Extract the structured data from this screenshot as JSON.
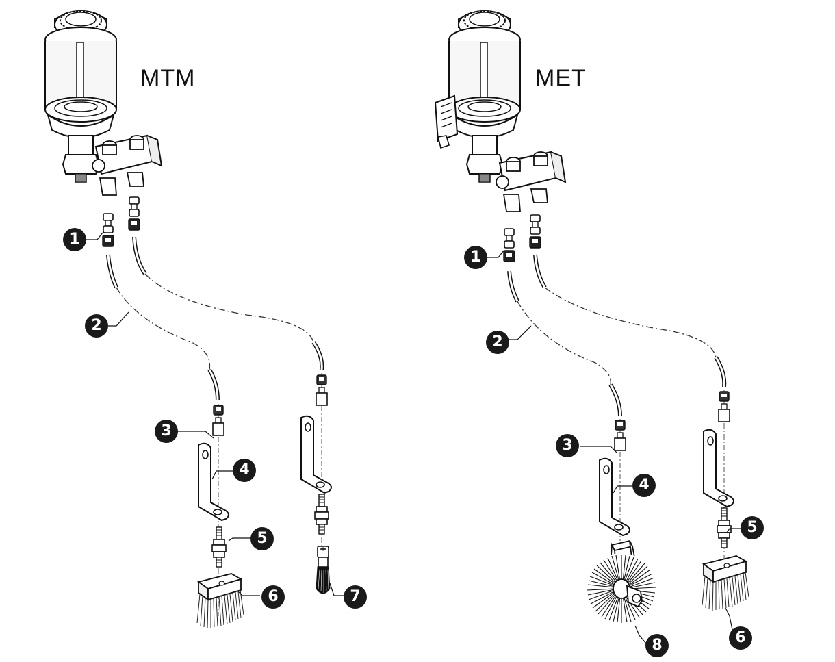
{
  "assemblies": [
    {
      "id": "mtm",
      "title": "MTM",
      "callouts": [
        "1",
        "2",
        "3",
        "4",
        "5",
        "6",
        "7"
      ]
    },
    {
      "id": "met",
      "title": "MET",
      "callouts": [
        "1",
        "2",
        "3",
        "4",
        "5",
        "6",
        "8"
      ]
    }
  ],
  "colors": {
    "ink": "#1a1a1a",
    "glass": "#f4f4f4",
    "callout_bg": "#1a1a1a",
    "callout_text": "#ffffff"
  },
  "icons": [
    "oil-cup-lubricator",
    "distributor-block",
    "tube-fitting",
    "tube",
    "bracket",
    "brush-nozzle",
    "flat-brush",
    "round-brush",
    "rotary-brush"
  ]
}
